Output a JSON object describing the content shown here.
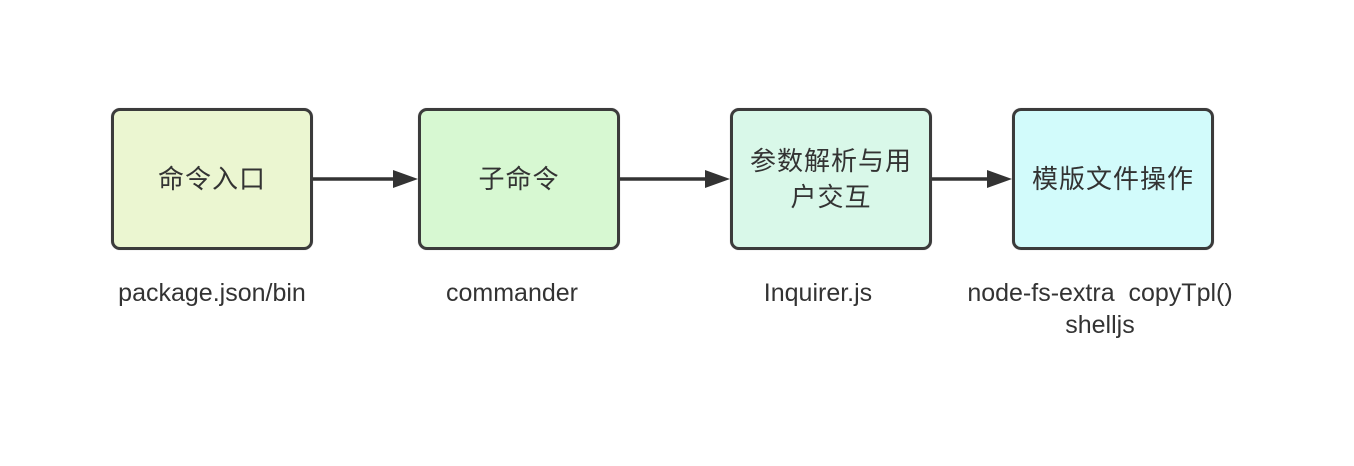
{
  "diagram": {
    "background": "#ffffff",
    "border_color": "#3b3b3b",
    "arrow_color": "#333333",
    "text_color": "#333333",
    "nodes": [
      {
        "id": "command-entry",
        "title": "命令入口",
        "caption": "package.json/bin",
        "fill": "#ebf6d1"
      },
      {
        "id": "subcommand",
        "title": "子命令",
        "caption": "commander",
        "fill": "#d7f8d2"
      },
      {
        "id": "arg-parse-interaction",
        "title": "参数解析与用户交互",
        "caption": "Inquirer.js",
        "fill": "#d9f8e9"
      },
      {
        "id": "template-file-ops",
        "title": "模版文件操作",
        "caption": "node-fs-extra  copyTpl()\nshelljs",
        "fill": "#d2fbfb"
      }
    ],
    "edges": [
      {
        "from": "command-entry",
        "to": "subcommand"
      },
      {
        "from": "subcommand",
        "to": "arg-parse-interaction"
      },
      {
        "from": "arg-parse-interaction",
        "to": "template-file-ops"
      }
    ]
  }
}
